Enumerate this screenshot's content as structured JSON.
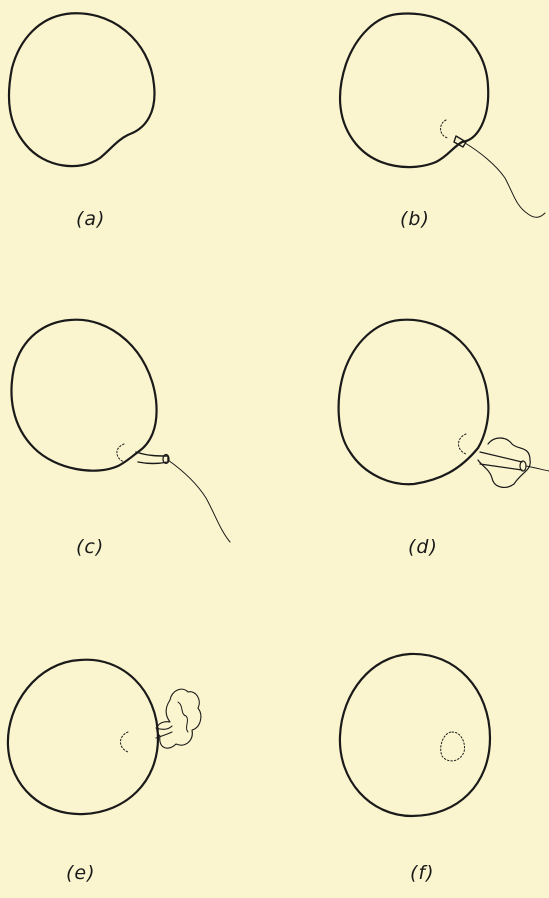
{
  "figure": {
    "background": "#fbf5cf",
    "ink": "#1a1a1a",
    "panels": [
      {
        "id": "a",
        "label": "(a)"
      },
      {
        "id": "b",
        "label": "(b)"
      },
      {
        "id": "c",
        "label": "(c)"
      },
      {
        "id": "d",
        "label": "(d)"
      },
      {
        "id": "e",
        "label": "(e)"
      },
      {
        "id": "f",
        "label": "(f)"
      }
    ]
  }
}
